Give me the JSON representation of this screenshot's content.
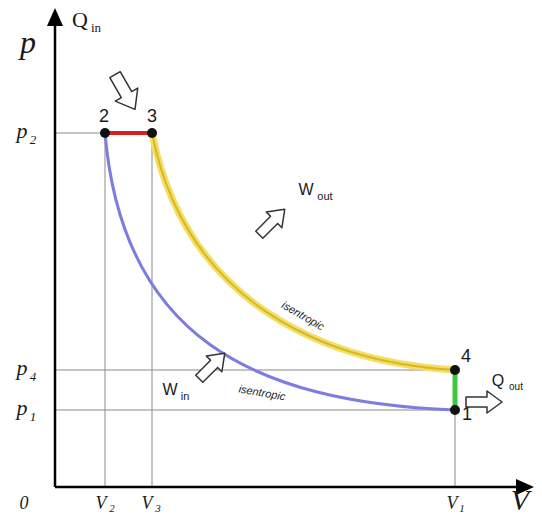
{
  "diagram": {
    "labels": [
      "p",
      "Q",
      "in",
      "2",
      "3",
      "p",
      "2",
      "W",
      "out",
      "isentropic",
      "isentropic",
      "p",
      "4",
      "4",
      "W",
      "in",
      "Q",
      "out",
      "p",
      "1",
      "1",
      "0",
      "V",
      "2",
      "V",
      "3",
      "V",
      "1",
      "V"
    ]
  }
}
